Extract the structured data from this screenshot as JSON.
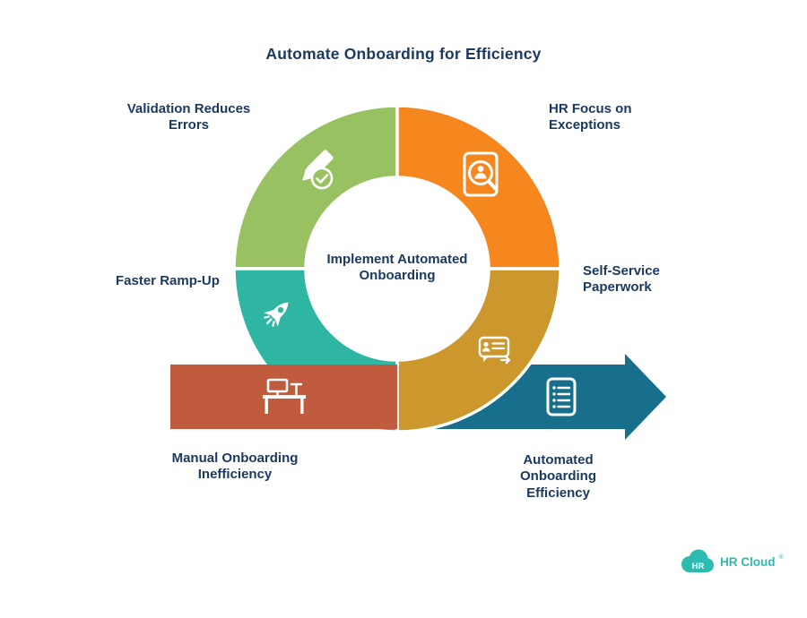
{
  "title": "Automate Onboarding for Efficiency",
  "center": {
    "label": "Implement Automated Onboarding"
  },
  "segments": [
    {
      "id": "validation",
      "label": "Validation Reduces Errors",
      "color": "#98C262",
      "icon": "pencil-check-icon"
    },
    {
      "id": "hr-focus",
      "label": "HR Focus on Exceptions",
      "color": "#F5871E",
      "icon": "document-search-icon"
    },
    {
      "id": "self-service",
      "label": "Self-Service Paperwork",
      "color": "#CC982E",
      "icon": "chat-bubbles-icon"
    },
    {
      "id": "faster-ramp-up",
      "label": "Faster Ramp-Up",
      "color": "#2FB6A3",
      "icon": "rocket-icon"
    },
    {
      "id": "manual-inefficiency",
      "label": "Manual Onboarding Inefficiency",
      "color": "#C05B3D",
      "icon": "desk-icon"
    },
    {
      "id": "automated-efficiency",
      "label": "Automated Onboarding Efficiency",
      "color": "#176F8C",
      "icon": "document-lines-icon"
    }
  ],
  "logo": {
    "badge": "HR",
    "name": "HR Cloud",
    "mark": "®",
    "color": "#2BBBB1"
  },
  "colors": {
    "text": "#1B3A60",
    "background": "#FFFFFF"
  }
}
